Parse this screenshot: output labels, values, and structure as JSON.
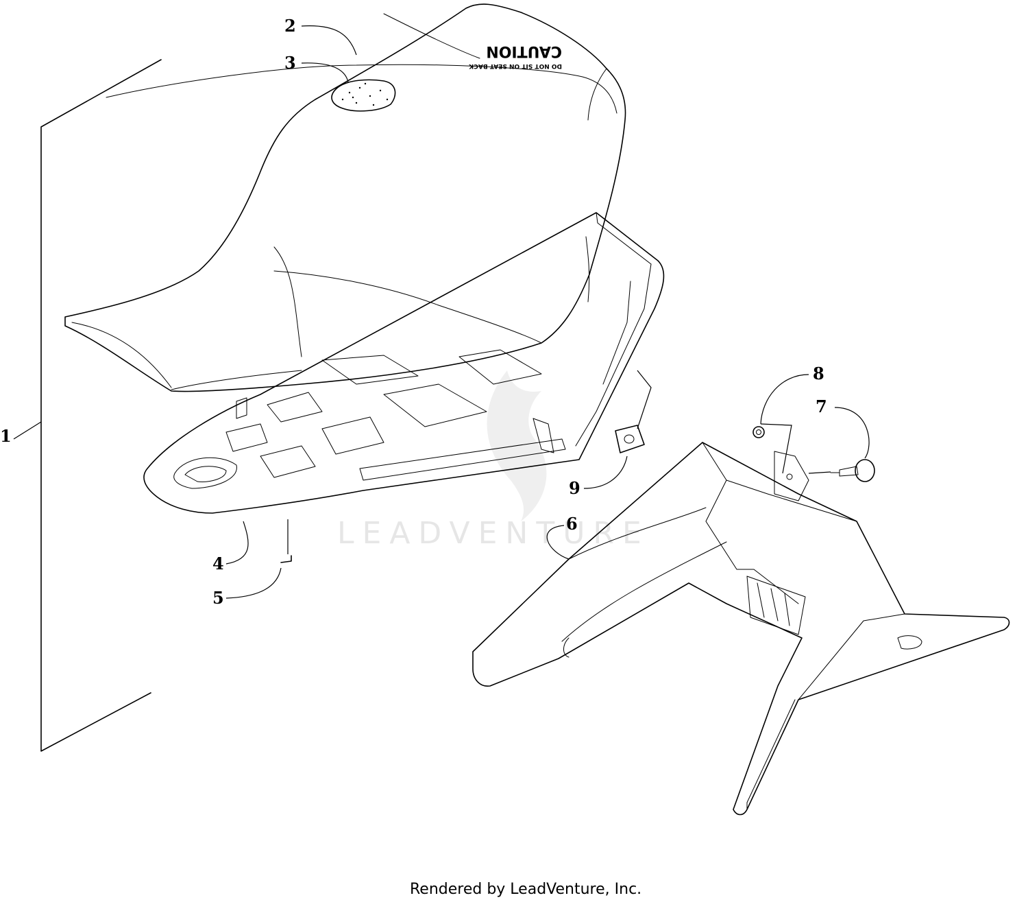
{
  "callouts": {
    "c1": "1",
    "c2": "2",
    "c3": "3",
    "c4": "4",
    "c5": "5",
    "c6": "6",
    "c7": "7",
    "c8": "8",
    "c9": "9"
  },
  "decal": {
    "title": "CAUTION",
    "subtitle": "DO NOT SIT ON SEAT BACK"
  },
  "watermark": "LEADVENTURE",
  "footer": "Rendered by LeadVenture, Inc."
}
